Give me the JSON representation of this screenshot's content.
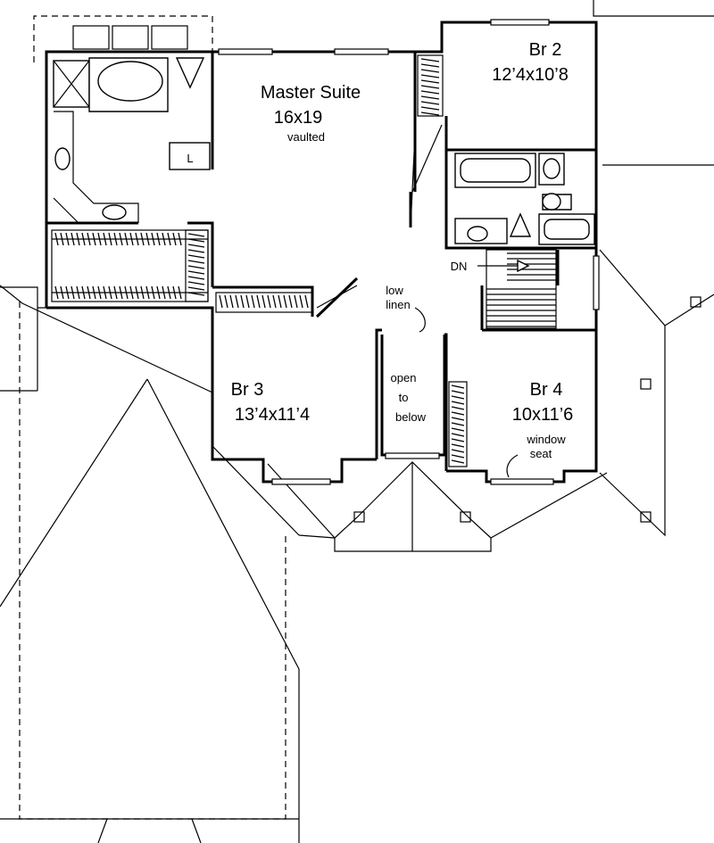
{
  "rooms": {
    "master": {
      "name": "Master Suite",
      "size": "16x19",
      "note": "vaulted"
    },
    "br2": {
      "name": "Br 2",
      "size": "12’4x10’8"
    },
    "br3": {
      "name": "Br 3",
      "size": "13’4x11’4"
    },
    "br4": {
      "name": "Br 4",
      "size": "10x11’6"
    }
  },
  "annotations": {
    "linen_closet": "L",
    "stair_direction": "DN",
    "low_linen_1": "low",
    "low_linen_2": "linen",
    "open_1": "open",
    "open_2": "to",
    "open_3": "below",
    "window_seat_1": "window",
    "window_seat_2": "seat"
  },
  "colors": {
    "line": "#000000",
    "background": "#ffffff"
  }
}
